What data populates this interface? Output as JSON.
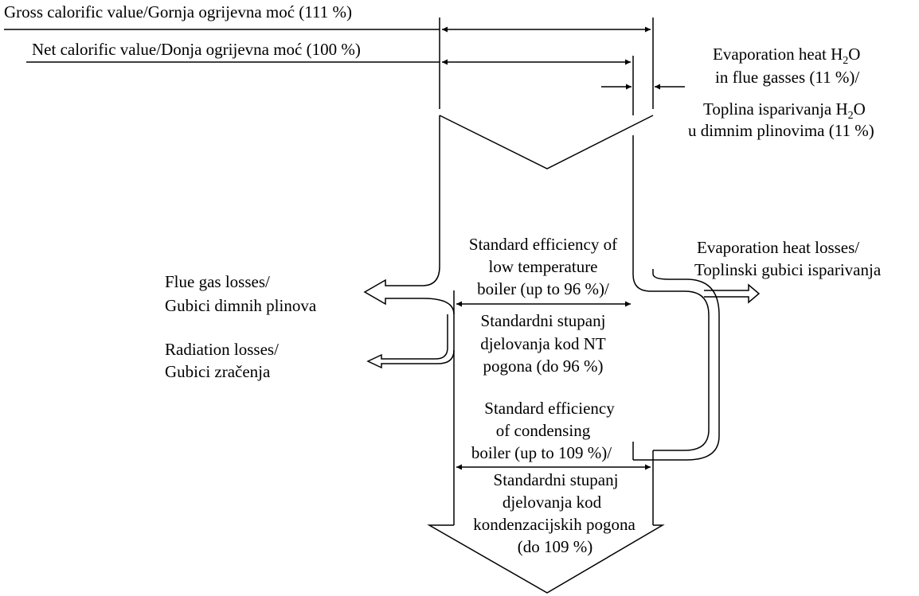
{
  "labels": {
    "gross_value": "Gross calorific value/Gornja ogrijevna moć (111 %)",
    "net_value": "Net calorific value/Donja ogrijevna moć (100 %)",
    "evap_heat_en_1a": "Evaporation heat H",
    "evap_heat_en_1_sub": "2",
    "evap_heat_en_1b": "O",
    "evap_heat_en_2": "in flue gasses (11 %)/",
    "evap_heat_hr_1a": "Toplina isparivanja  H",
    "evap_heat_hr_1_sub": "2",
    "evap_heat_hr_1b": "O",
    "evap_heat_hr_2": "u dimnim plinovima (11 %)",
    "evap_losses_en": "Evaporation heat losses/",
    "evap_losses_hr": "Toplinski gubici isparivanja",
    "flue_losses_en": "Flue gas losses/",
    "flue_losses_hr": "Gubici dimnih plinova",
    "radiation_losses_en": "Radiation losses/",
    "radiation_losses_hr": "Gubici zračenja",
    "nt_eff_en_1": "Standard efficiency of",
    "nt_eff_en_2": "low temperature",
    "nt_eff_en_3": "boiler (up to 96 %)/",
    "nt_eff_hr_1": "Standardni stupanj",
    "nt_eff_hr_2": "djelovanja kod NT",
    "nt_eff_hr_3": "pogona (do 96 %)",
    "cond_eff_en_1": "Standard efficiency",
    "cond_eff_en_2": "of condensing",
    "cond_eff_en_3": "boiler (up to 109 %)/",
    "cond_eff_hr_1": "Standardni stupanj",
    "cond_eff_hr_2": "djelovanja kod",
    "cond_eff_hr_3": "kondenzacijskih pogona",
    "cond_eff_hr_4": "(do 109 %)"
  }
}
